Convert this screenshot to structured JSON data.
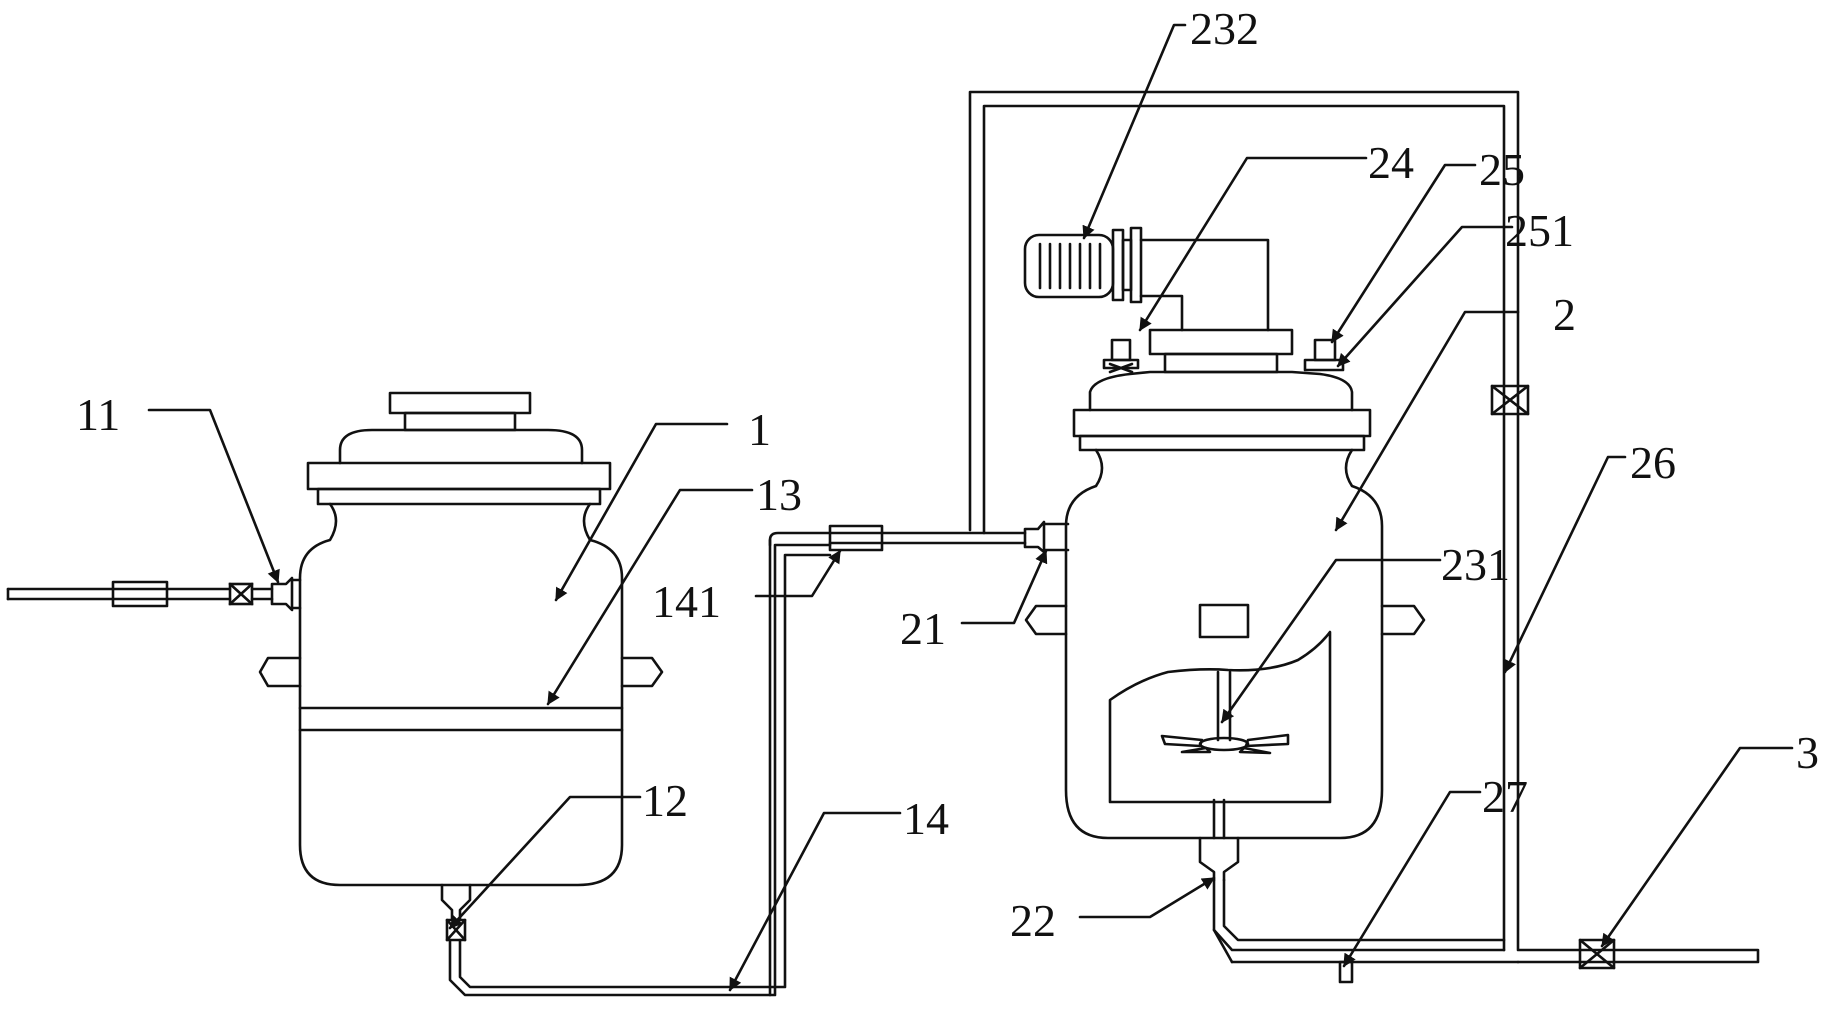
{
  "labels": {
    "l1": "1",
    "l11": "11",
    "l12": "12",
    "l13": "13",
    "l14": "14",
    "l141": "141",
    "l2": "2",
    "l21": "21",
    "l22": "22",
    "l231": "231",
    "l232": "232",
    "l24": "24",
    "l25": "25",
    "l251": "251",
    "l26": "26",
    "l27": "27",
    "l3": "3"
  }
}
